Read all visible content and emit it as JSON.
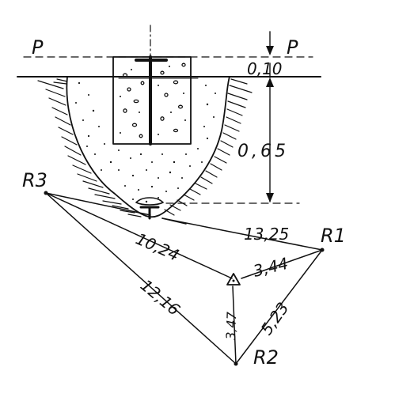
{
  "diagram": {
    "plane_label_left": "P",
    "plane_label_right": "P",
    "depth_top": "0,10",
    "depth_main": "0,65",
    "stations": {
      "r1": "R1",
      "r2": "R2",
      "r3": "R3"
    },
    "distances": {
      "r3_to_target": "10,24",
      "r1_to_target": "13,25",
      "r1_to_center": "3,44",
      "r1_to_r2": "5,23",
      "r3_to_r2": "12,16",
      "center_to_r2": "3,47"
    },
    "colors": {
      "ink": "#111111",
      "paper": "#ffffff"
    }
  }
}
